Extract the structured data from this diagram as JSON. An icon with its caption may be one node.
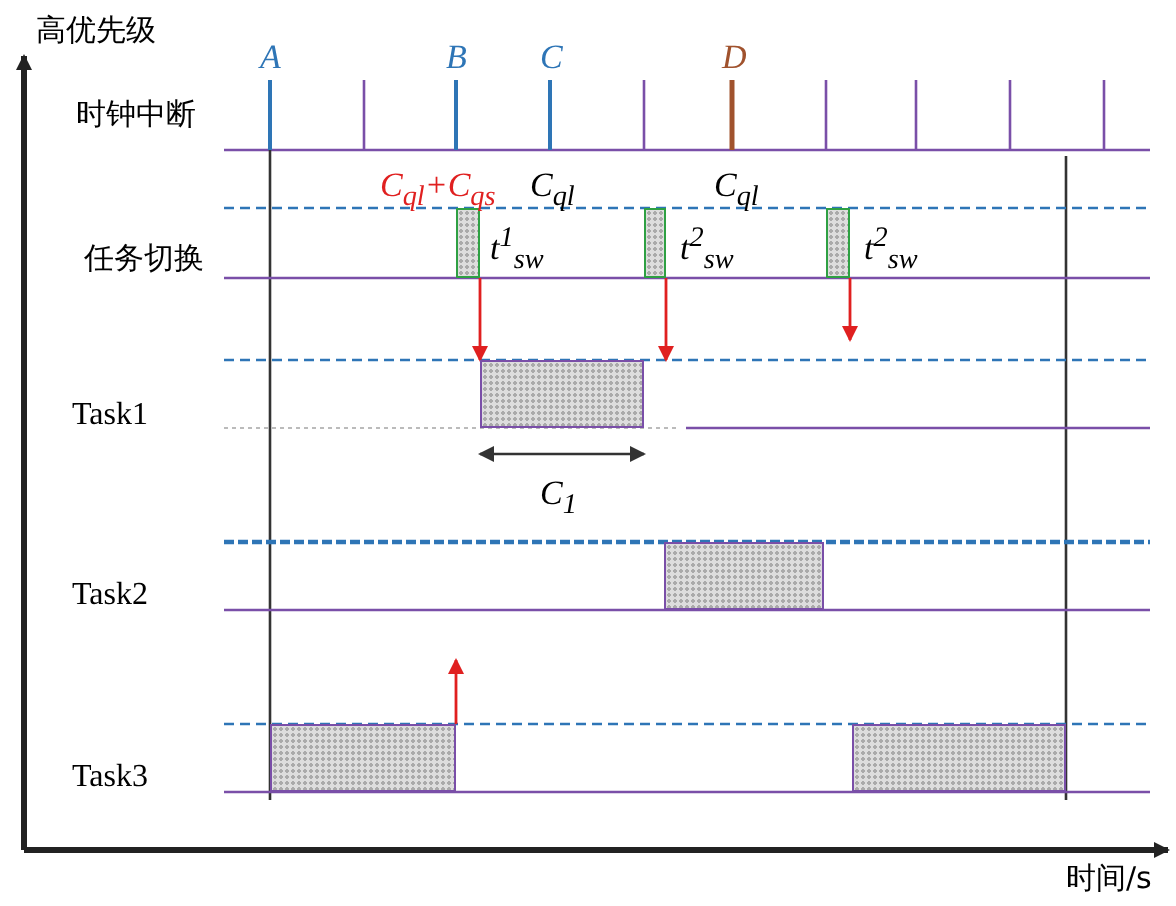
{
  "diagram": {
    "nodes": [
      {
        "text": [],
        "shape": "box",
        "beside": [
          "t$^{1}$$_{sw}$"
        ]
      },
      {
        "text": [],
        "shape": "box",
        "beside": [
          "t$^{2}$$_{sw}$"
        ]
      },
      {
        "text": [],
        "shape": "box",
        "beside": [
          "t$^{2}$$_{sw}$"
        ]
      },
      {
        "text": [],
        "shape": "bar"
      },
      {
        "text": [],
        "shape": "bar"
      },
      {
        "text": [],
        "shape": "bar"
      },
      {
        "text": [],
        "shape": "bar"
      }
    ],
    "edges": [
      {
        "from": 0,
        "to": 3,
        "arrow": "to"
      },
      {
        "from": 1,
        "to": 3,
        "arrow": "to"
      },
      {
        "from": 2,
        "to": null,
        "arrow": "to"
      },
      {
        "from": 5,
        "to": null,
        "arrow": "to"
      }
    ],
    "labels": [
      "高优先级",
      "A",
      "B",
      "C",
      "D",
      "时钟中断",
      "C$_{ql}$+C$_{qs}$",
      "C$_{ql}$",
      "C$_{ql}$",
      "任务切换",
      "Task1",
      "C$_{1}$",
      "Task2",
      "Task3",
      "时间/s"
    ]
  }
}
